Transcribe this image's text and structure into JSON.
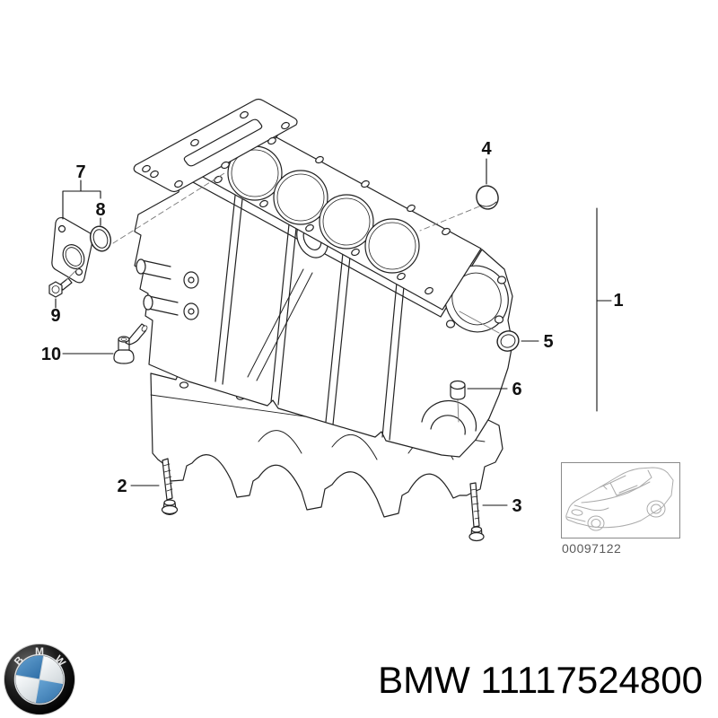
{
  "page": {
    "background_color": "#ffffff"
  },
  "diagram": {
    "description_hint": "exploded engine block parts diagram",
    "callouts": {
      "c1": "1",
      "c2": "2",
      "c3": "3",
      "c4": "4",
      "c5": "5",
      "c6": "6",
      "c7": "7",
      "c8": "8",
      "c9": "9",
      "c10": "10"
    }
  },
  "thumbnail": {
    "code": "00097122"
  },
  "footer": {
    "part_label": "BMW 11117524800"
  },
  "logo": {
    "letters": [
      "B",
      "M",
      "W"
    ]
  },
  "colors": {
    "line": "#222222",
    "leader": "#111111",
    "thin_leader": "#777777",
    "thumb_line": "#ababab",
    "thumb_border": "#8a8a8a",
    "code_text": "#5a5a5a",
    "bmw_blue": "#4186c0",
    "bmw_blue_dark": "#2f6ea6",
    "text": "#000000"
  }
}
